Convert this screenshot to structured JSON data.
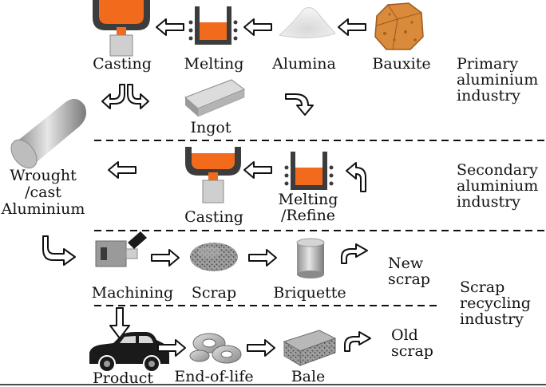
{
  "labels": {
    "casting_1": "Casting",
    "melting": "Melting",
    "alumina": "Alumina",
    "bauxite": "Bauxite",
    "ingot": "Ingot",
    "wrought_cast": "Wrought\n/cast\nAluminium",
    "casting_2": "Casting",
    "melting_refine": "Melting\n/Refine",
    "machining": "Machining",
    "scrap": "Scrap",
    "briquette": "Briquette",
    "new_scrap": "New\nscrap",
    "product": "Product",
    "end_of_life": "End-of-life",
    "bale": "Bale",
    "old_scrap": "Old\nscrap"
  },
  "sections": {
    "primary": "Primary\naluminium\nindustry",
    "secondary": "Secondary\naluminium\nindustry",
    "recycling": "Scrap\nrecycling\nindustry"
  },
  "colors": {
    "molten": "#f26a1b",
    "metal_dark": "#3c3c3c",
    "bauxite": "#d98a3a",
    "steel_light": "#cfcfcf",
    "steel_mid": "#9a9a9a",
    "divider": "#111111"
  }
}
